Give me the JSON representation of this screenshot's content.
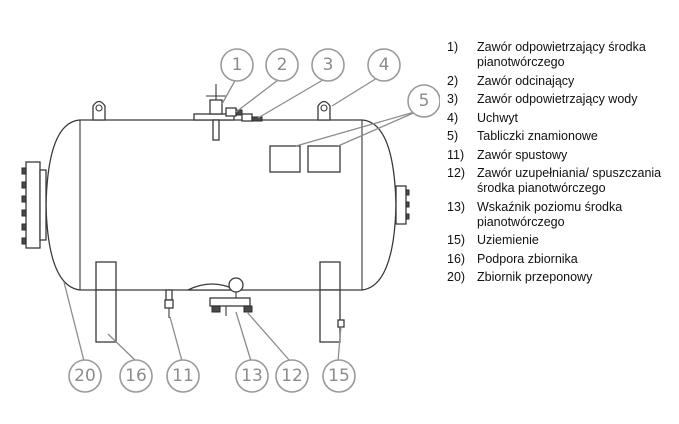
{
  "callouts_top": [
    "1",
    "2",
    "3",
    "4",
    "5"
  ],
  "callouts_bottom": [
    "20",
    "16",
    "11",
    "13",
    "12",
    "15"
  ],
  "legend": [
    {
      "num": "1)",
      "text": "Zawór odpowietrzający środka pianotwórczego"
    },
    {
      "num": "2)",
      "text": "Zawór odcinający"
    },
    {
      "num": "3)",
      "text": "Zawór odpowietrzający wody"
    },
    {
      "num": "4)",
      "text": "Uchwyt"
    },
    {
      "num": "5)",
      "text": "Tabliczki znamionowe"
    },
    {
      "num": "11)",
      "text": "Zawór spustowy"
    },
    {
      "num": "12)",
      "text": "Zawór uzupełniania/ spuszczania środka pianotwórczego"
    },
    {
      "num": "13)",
      "text": "Wskaźnik poziomu środka pianotwórczego"
    },
    {
      "num": "15)",
      "text": "Uziemienie"
    },
    {
      "num": "16)",
      "text": "Podpora zbiornika"
    },
    {
      "num": "20)",
      "text": "Zbiornik przeponowy"
    }
  ]
}
